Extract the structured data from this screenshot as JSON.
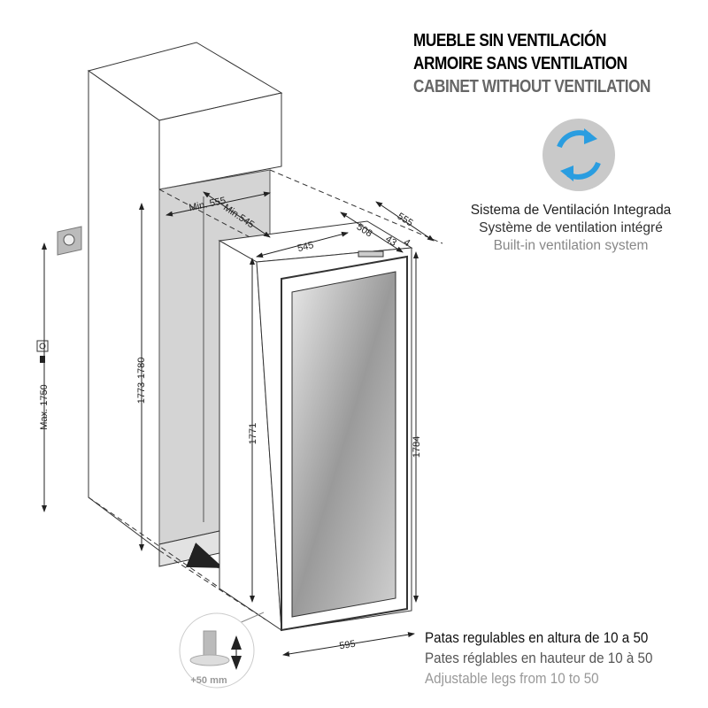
{
  "titles": [
    "MUEBLE SIN VENTILACIÓN",
    "ARMOIRE SANS VENTILATION",
    "CABINET WITHOUT VENTILATION"
  ],
  "title_colors": [
    "#111111",
    "#111111",
    "#666666"
  ],
  "ventilation": {
    "icon": "rotating-arrows-icon",
    "icon_color": "#2a9de0",
    "lines": [
      "Sistema de Ventilación Integrada",
      "Système de ventilation intégré",
      "Built-in ventilation system"
    ]
  },
  "legs": {
    "lines": [
      "Patas regulables en altura de 10 a 50",
      "Pates réglables en hauteur de 10 à 50",
      "Adjustable legs from 10 to 50"
    ],
    "badge": "+50 mm"
  },
  "dimensions": {
    "min_555": "Min. 555",
    "min_545": "Min.545",
    "d545": "545",
    "d508": "508",
    "d555": "555",
    "d43": "43",
    "d4": "4",
    "h1773_1780": "1773-1780",
    "h1771": "1771",
    "h1784": "1784",
    "max1750": "Max. 1750",
    "w595": "595"
  }
}
